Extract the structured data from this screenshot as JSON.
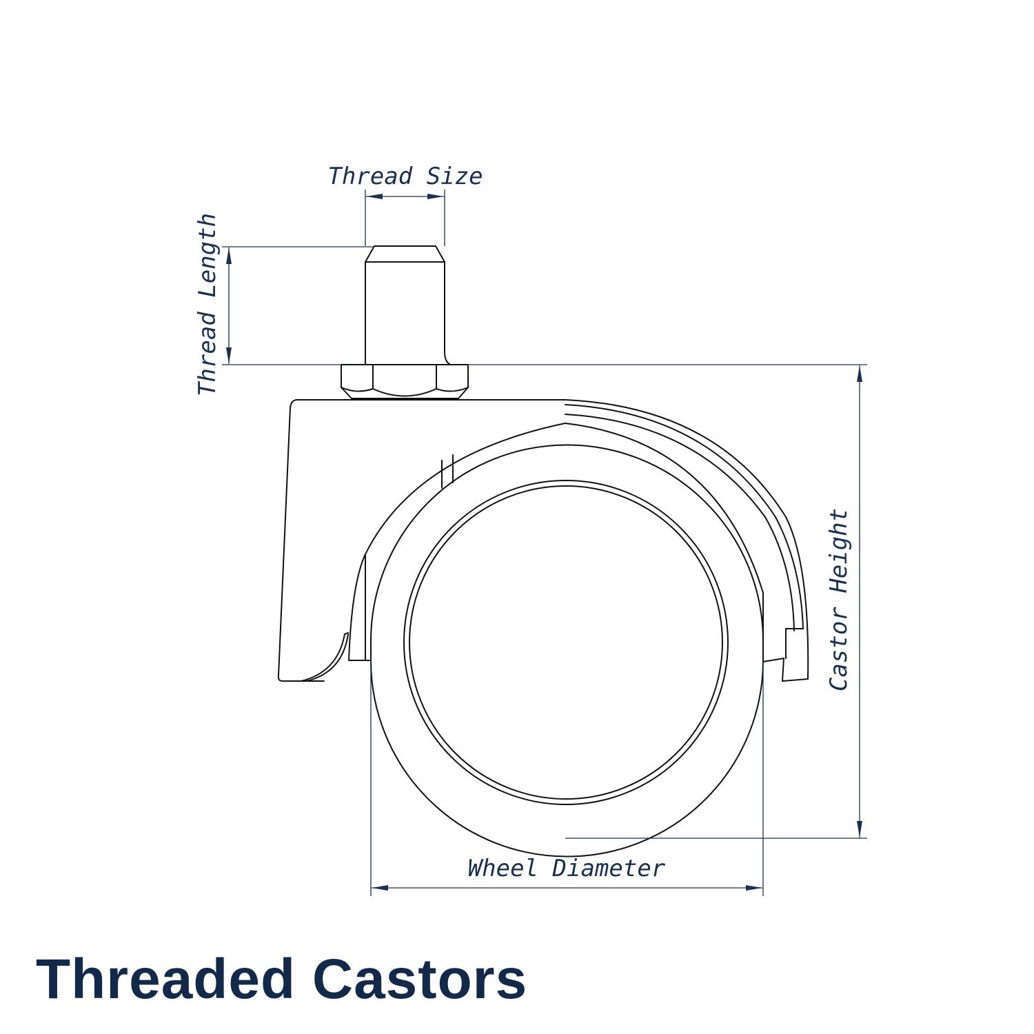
{
  "colors": {
    "line": "#111111",
    "dimension": "#1a3050",
    "title": "#12294a"
  },
  "labels": {
    "thread_size": "Thread Size",
    "thread_length": "Thread Length",
    "castor_height": "Castor Height",
    "wheel_diameter": "Wheel Diameter"
  },
  "title": "Threaded Castors"
}
